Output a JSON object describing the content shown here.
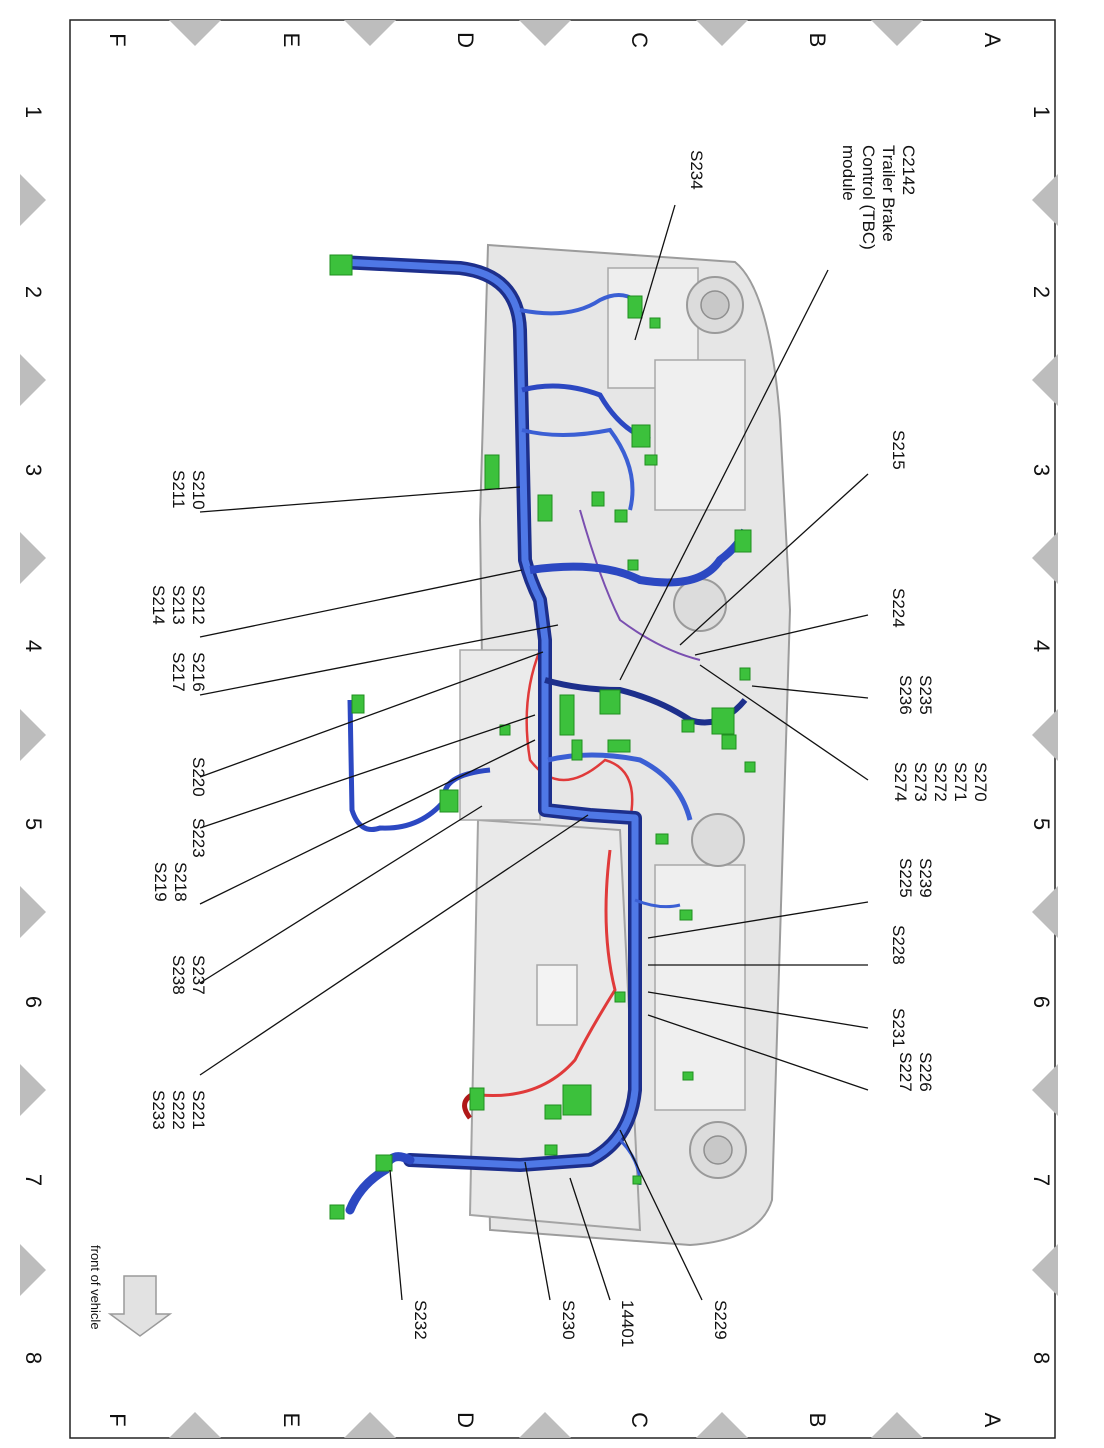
{
  "grid": {
    "rows": [
      "A",
      "B",
      "C",
      "D",
      "E",
      "F"
    ],
    "columns": [
      "1",
      "2",
      "3",
      "4",
      "5",
      "6",
      "7",
      "8"
    ]
  },
  "callouts": [
    {
      "id": "c2142",
      "lines": [
        "C2142",
        "Trailer Brake",
        "Control (TBC)",
        "module"
      ]
    },
    {
      "id": "s234",
      "lines": [
        "S234"
      ]
    },
    {
      "id": "s215",
      "lines": [
        "S215"
      ]
    },
    {
      "id": "s210-s211",
      "lines": [
        "S210",
        "S211"
      ]
    },
    {
      "id": "s212-s214",
      "lines": [
        "S212",
        "S213",
        "S214"
      ]
    },
    {
      "id": "s216-s217",
      "lines": [
        "S216",
        "S217"
      ]
    },
    {
      "id": "s224",
      "lines": [
        "S224"
      ]
    },
    {
      "id": "s235-s236",
      "lines": [
        "S235",
        "S236"
      ]
    },
    {
      "id": "s270-s274",
      "lines": [
        "S270",
        "S271",
        "S272",
        "S273",
        "S274"
      ]
    },
    {
      "id": "s220",
      "lines": [
        "S220"
      ]
    },
    {
      "id": "s223",
      "lines": [
        "S223"
      ]
    },
    {
      "id": "s218-s219",
      "lines": [
        "S218",
        "S219"
      ]
    },
    {
      "id": "s239-s225",
      "lines": [
        "S239",
        "S225"
      ]
    },
    {
      "id": "s228",
      "lines": [
        "S228"
      ]
    },
    {
      "id": "s231",
      "lines": [
        "S231"
      ]
    },
    {
      "id": "s226-s227",
      "lines": [
        "S226",
        "S227"
      ]
    },
    {
      "id": "s237-s238",
      "lines": [
        "S237",
        "S238"
      ]
    },
    {
      "id": "s221-s233",
      "lines": [
        "S221",
        "S222",
        "S233"
      ]
    },
    {
      "id": "s232",
      "lines": [
        "S232"
      ]
    },
    {
      "id": "s230",
      "lines": [
        "S230"
      ]
    },
    {
      "id": "harness-14401",
      "lines": [
        "14401"
      ]
    },
    {
      "id": "s229",
      "lines": [
        "S229"
      ]
    }
  ],
  "direction_label": "front of vehicle",
  "colors": {
    "harness": "#3b5fd4",
    "harness_dark": "#1d2f8c",
    "connector": "#3cc13c",
    "red_wire": "#e03a3a",
    "purple_wire": "#7a4fb0",
    "panel": "#e4e4e4",
    "panel_edge": "#a8a8a8",
    "marker": "#bdbdbd"
  }
}
